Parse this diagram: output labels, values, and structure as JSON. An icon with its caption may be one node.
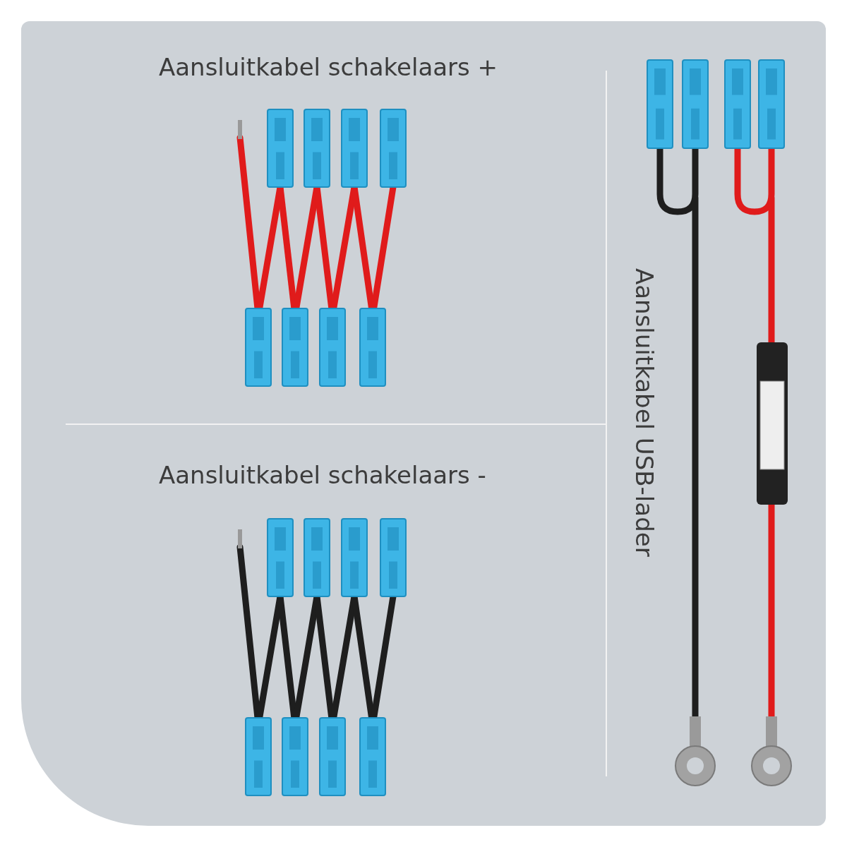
{
  "diagram": {
    "labels": [
      "Aansluitkabel schakelaars +",
      "Aansluitkabel USB-lader",
      "Aansluitkabel schakelaars -"
    ]
  }
}
